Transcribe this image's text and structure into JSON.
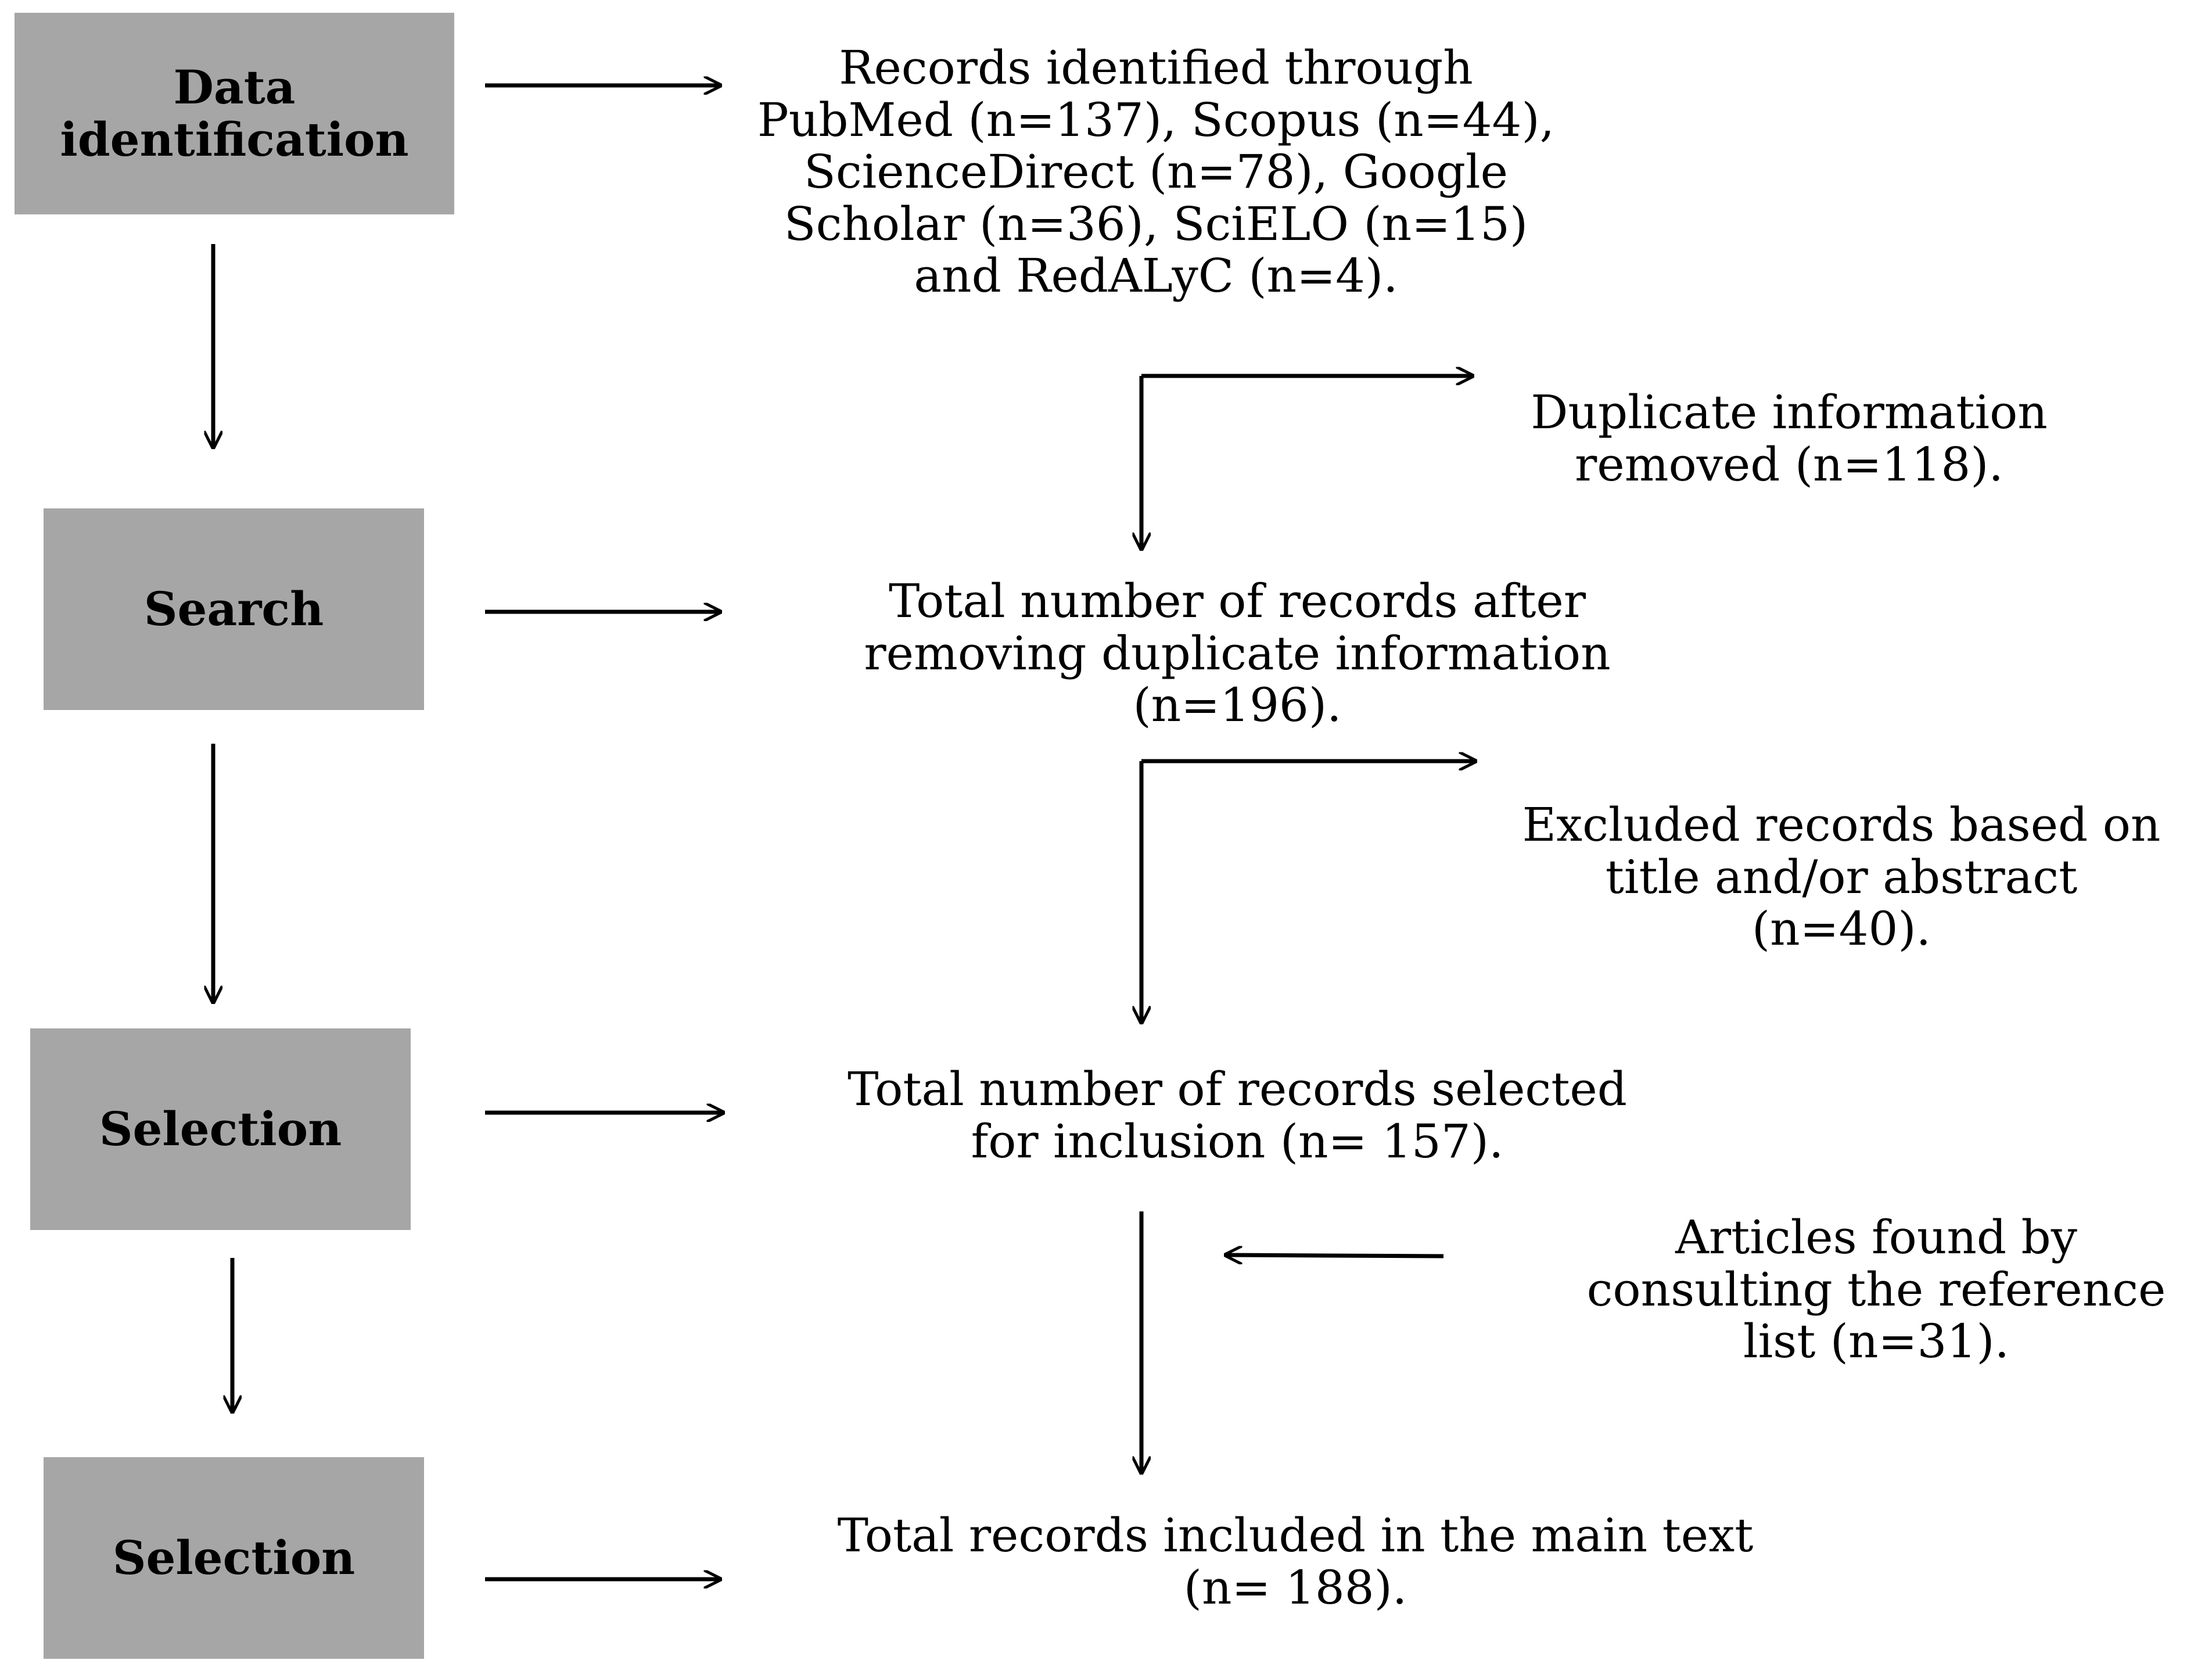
{
  "stages": [
    {
      "label": "Data identification"
    },
    {
      "label": "Search"
    },
    {
      "label": "Selection"
    },
    {
      "label": "Selection"
    }
  ],
  "records": {
    "identified": "Records identified through PubMed (n=137), Scopus (n=44), ScienceDirect (n=78), Google Scholar (n=36), SciELO (n=15) and RedALyC (n=4).",
    "duplicates_removed": "Duplicate information removed (n=118).",
    "after_duplicates": "Total number of records after removing duplicate information (n=196).",
    "excluded": "Excluded records based on title and/or abstract (n=40).",
    "selected": "Total number of records selected for inclusion (n= 157).",
    "reference_list": "Articles found by consulting the reference list (n=31).",
    "included": "Total records included in the main text (n= 188)."
  }
}
